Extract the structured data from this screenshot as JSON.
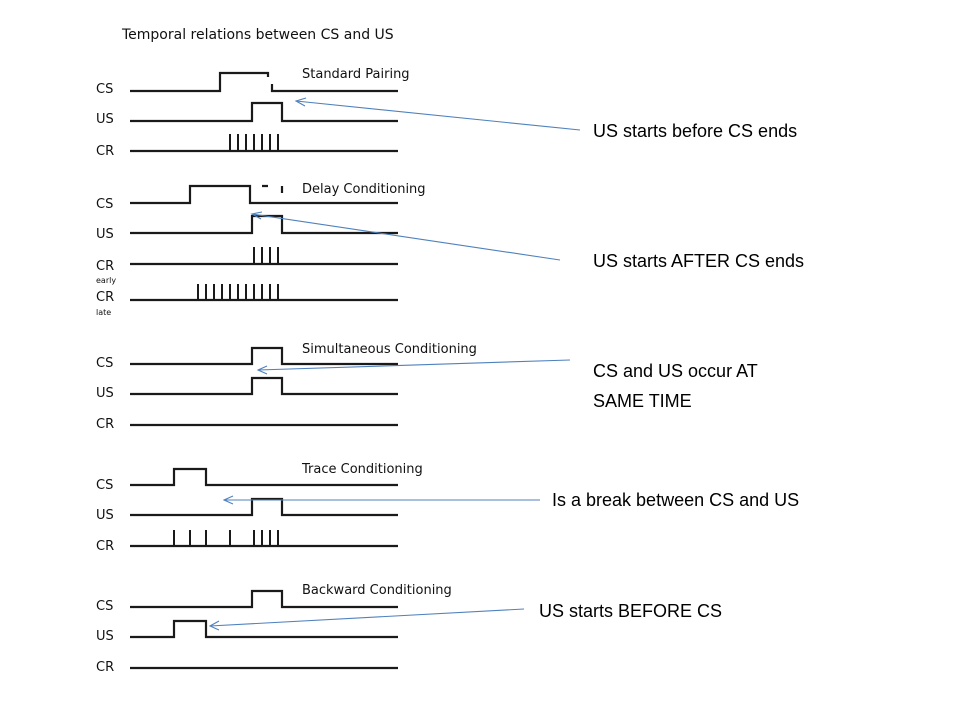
{
  "figure": {
    "title": "Temporal relations between CS and US",
    "sections": [
      {
        "title": "Standard Pairing",
        "rows": [
          {
            "label": "CS",
            "sub": ""
          },
          {
            "label": "US",
            "sub": ""
          },
          {
            "label": "CR",
            "sub": ""
          }
        ]
      },
      {
        "title": "Delay Conditioning",
        "rows": [
          {
            "label": "CS",
            "sub": ""
          },
          {
            "label": "US",
            "sub": ""
          },
          {
            "label": "CR",
            "sub": "early"
          },
          {
            "label": "CR",
            "sub": "late"
          }
        ]
      },
      {
        "title": "Simultaneous Conditioning",
        "rows": [
          {
            "label": "CS",
            "sub": ""
          },
          {
            "label": "US",
            "sub": ""
          },
          {
            "label": "CR",
            "sub": ""
          }
        ]
      },
      {
        "title": "Trace Conditioning",
        "rows": [
          {
            "label": "CS",
            "sub": ""
          },
          {
            "label": "US",
            "sub": ""
          },
          {
            "label": "CR",
            "sub": ""
          }
        ]
      },
      {
        "title": "Backward Conditioning",
        "rows": [
          {
            "label": "CS",
            "sub": ""
          },
          {
            "label": "US",
            "sub": ""
          },
          {
            "label": "CR",
            "sub": ""
          }
        ]
      }
    ]
  },
  "annotations": [
    {
      "lines": [
        "US starts before CS ends"
      ]
    },
    {
      "lines": [
        "US starts AFTER CS ends"
      ]
    },
    {
      "lines": [
        "CS and US occur AT",
        "SAME TIME"
      ]
    },
    {
      "lines": [
        "Is a break between CS and US"
      ]
    },
    {
      "lines": [
        "US starts BEFORE CS"
      ]
    }
  ],
  "colors": {
    "arrow": "#4f81bd",
    "waveform": "#1a1a1a",
    "background": "#ffffff"
  }
}
